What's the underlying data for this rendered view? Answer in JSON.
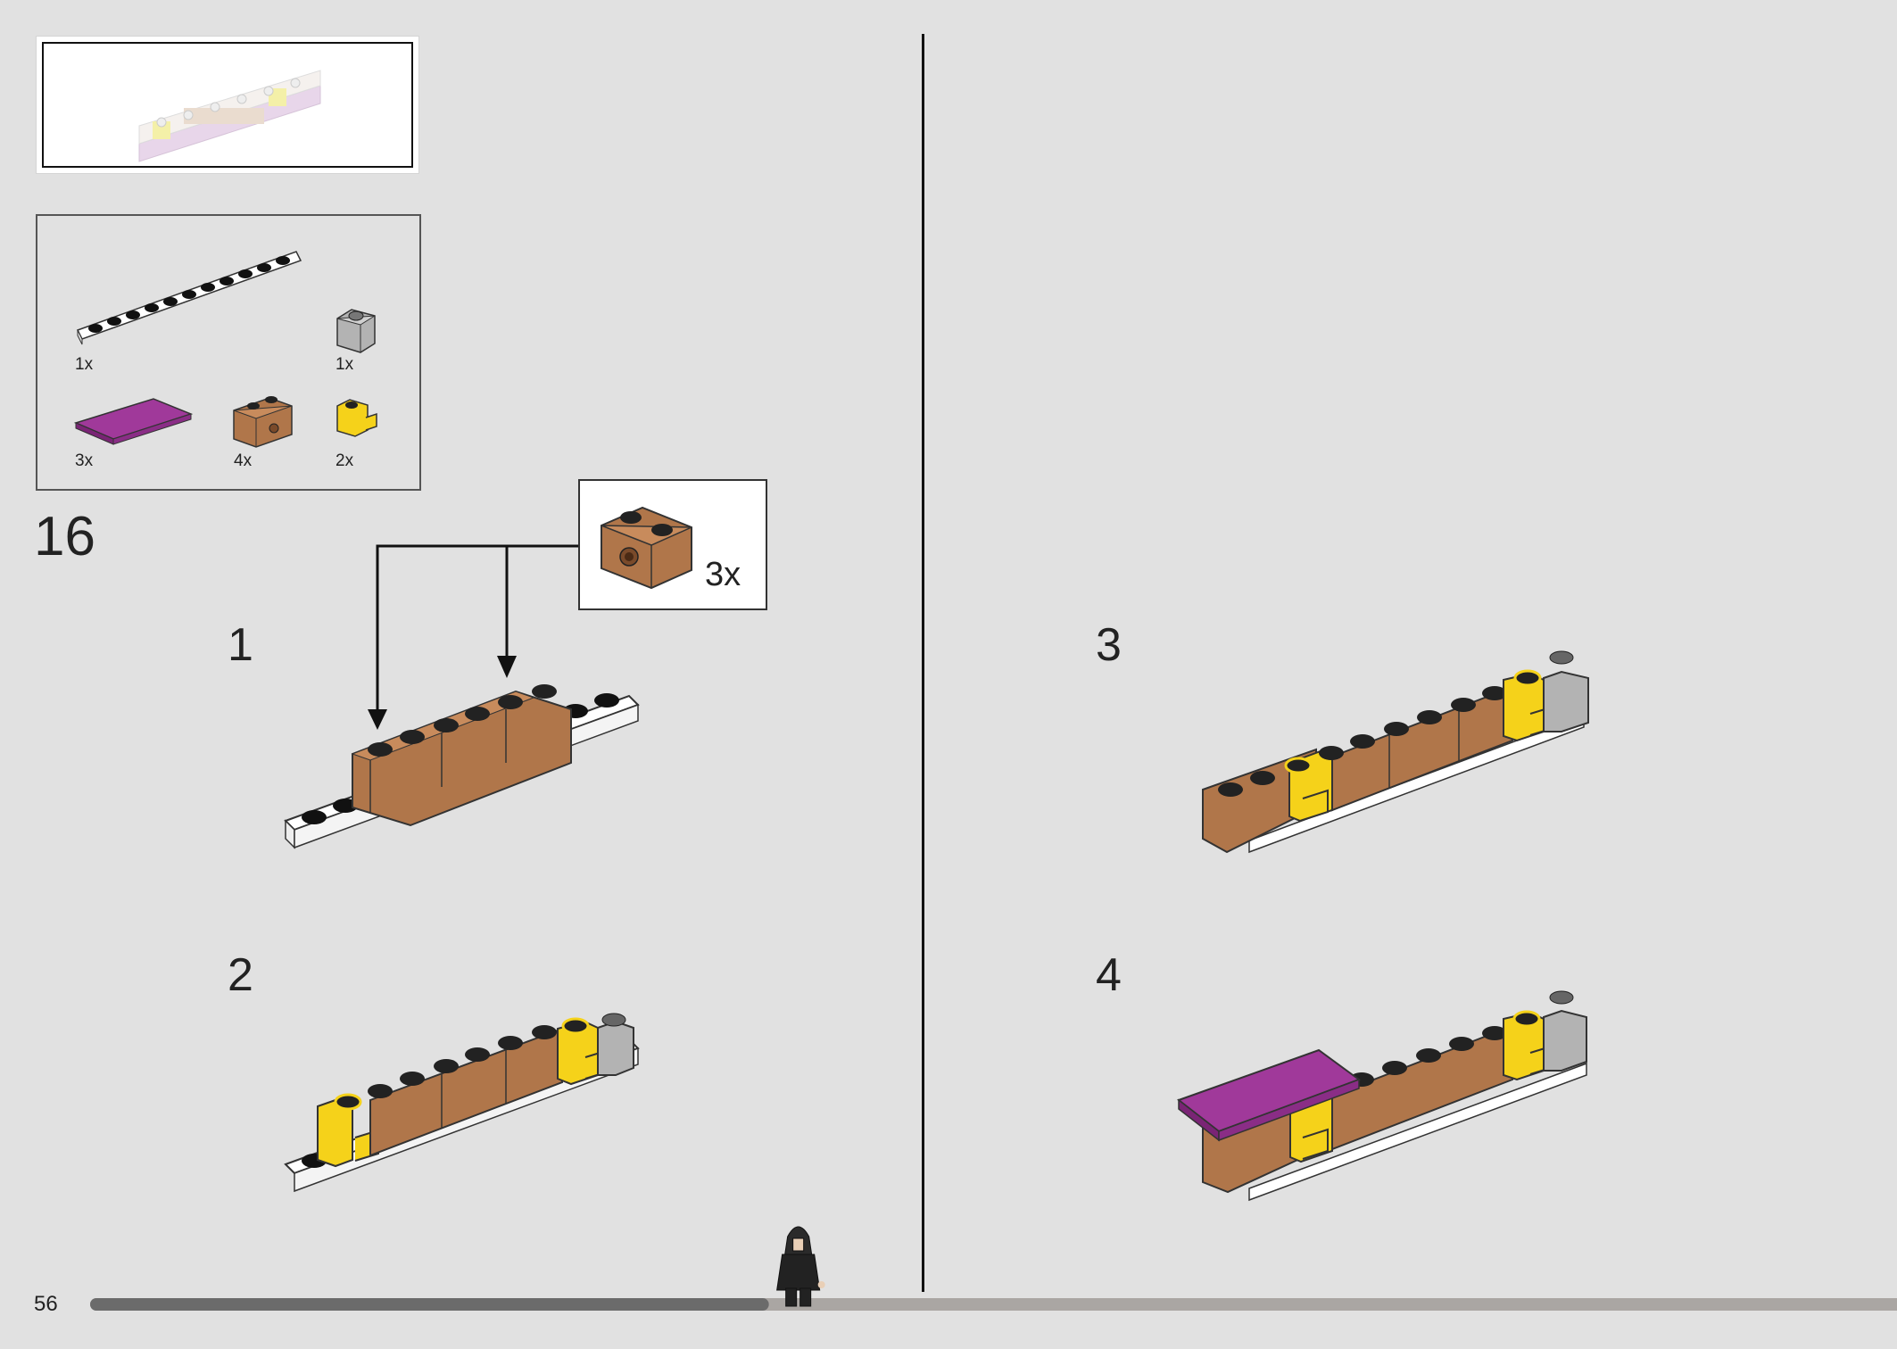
{
  "page": {
    "number": "56"
  },
  "step": {
    "number": "16"
  },
  "parts": [
    {
      "name": "white-plate-1x10",
      "count": "1x"
    },
    {
      "name": "gray-brick-1x1",
      "count": "1x"
    },
    {
      "name": "magenta-tile-2x4",
      "count": "3x"
    },
    {
      "name": "brown-brick-1x2-with-hole",
      "count": "4x"
    },
    {
      "name": "yellow-brick-1x1-with-clip",
      "count": "2x"
    }
  ],
  "callout": {
    "count": "3x"
  },
  "substeps": [
    {
      "number": "1"
    },
    {
      "number": "2"
    },
    {
      "number": "3"
    },
    {
      "number": "4"
    }
  ],
  "progress": {
    "fraction": 0.37
  },
  "colors": {
    "background": "#e1e1e1",
    "brown": "#b0764a",
    "yellow": "#f5d21a",
    "magenta": "#a0399a",
    "gray": "#b3b3b3",
    "white": "#ffffff",
    "progress_done": "#6b6b6b",
    "progress_remaining": "#aaa6a3"
  }
}
